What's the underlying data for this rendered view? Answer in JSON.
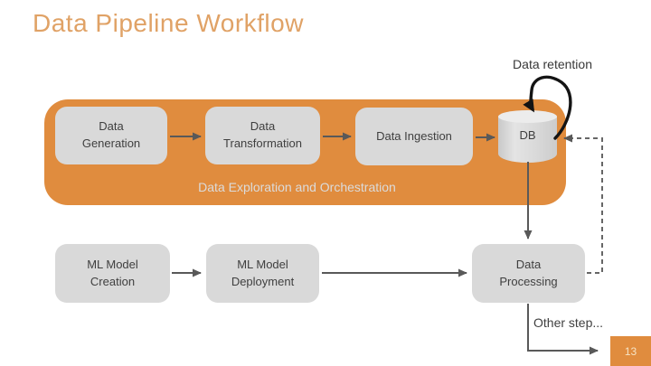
{
  "slide": {
    "title": "Data Pipeline Workflow",
    "page_number": "13"
  },
  "annotations": {
    "retention_label": "Data retention",
    "other_step_label": "Other step..."
  },
  "band": {
    "label": "Data Exploration and Orchestration"
  },
  "nodes": {
    "data_generation": {
      "label": "Data\nGeneration"
    },
    "data_transformation": {
      "label": "Data\nTransformation"
    },
    "data_ingestion": {
      "label": "Data Ingestion"
    },
    "db": {
      "label": "DB"
    },
    "ml_model_creation": {
      "label": "ML Model\nCreation"
    },
    "ml_model_deployment": {
      "label": "ML Model\nDeployment"
    },
    "data_processing": {
      "label": "Data\nProcessing"
    }
  },
  "colors": {
    "accent_orange": "#E08C3E",
    "title_orange": "#E0A266",
    "node_gray": "#D9D9D9",
    "band_label_gray": "#DBDBDB",
    "arrow_gray": "#595959",
    "annotation_ink": "#141414",
    "label_dark": "#3F3F3F",
    "page_number_text": "#F6E3C4"
  }
}
